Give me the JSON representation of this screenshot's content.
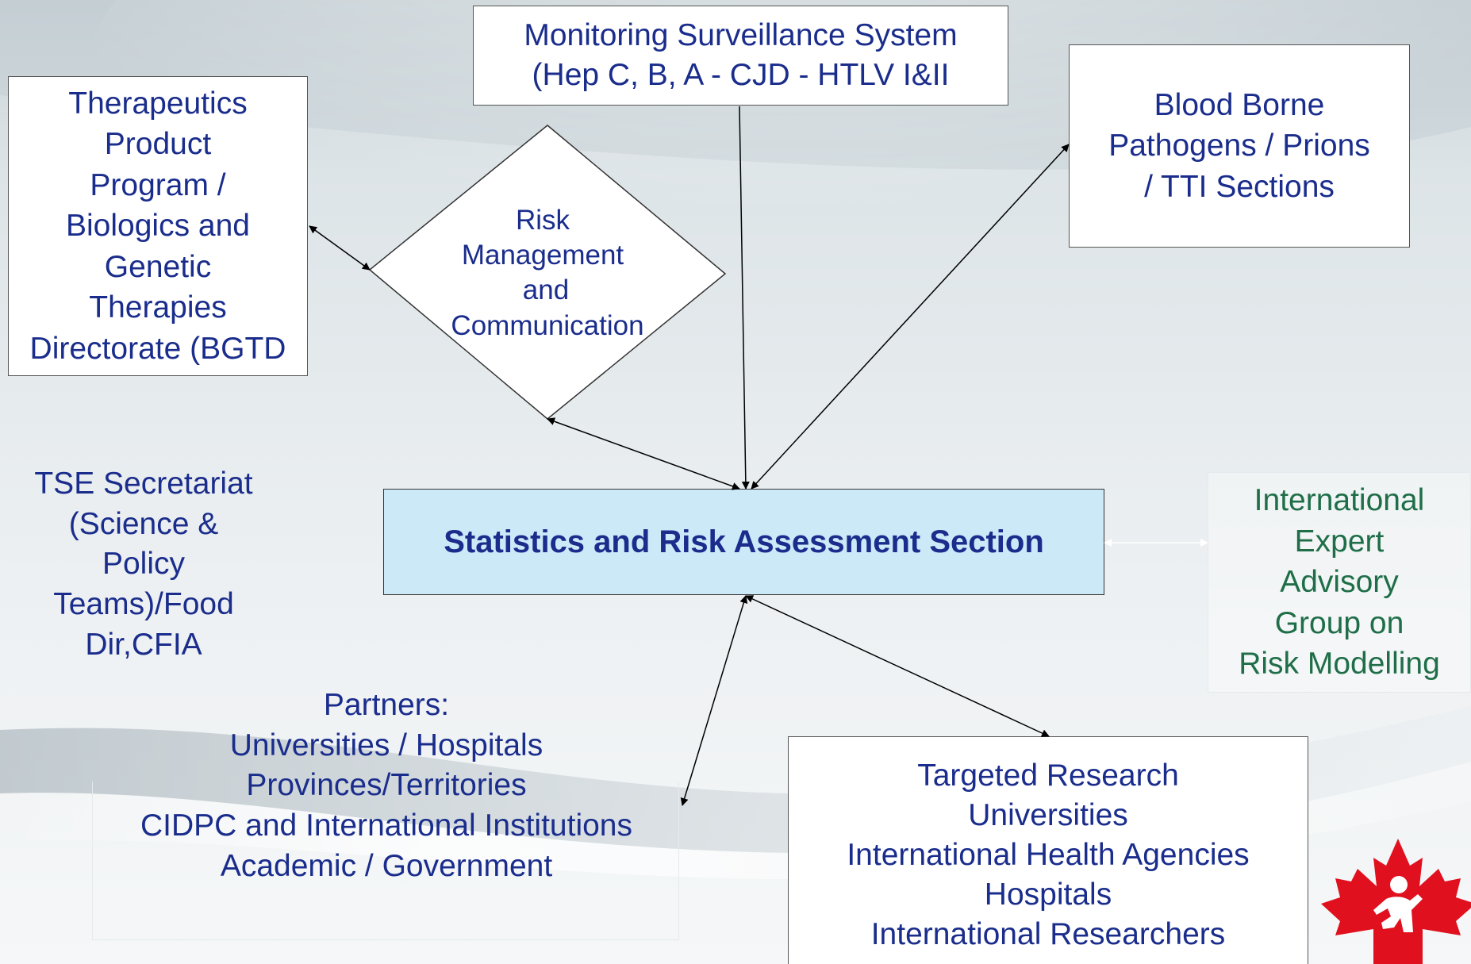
{
  "monitoring": {
    "line1": "Monitoring Surveillance System",
    "line2": "(Hep C, B, A -  CJD -  HTLV I&II"
  },
  "therapeutics": {
    "lines": [
      "Therapeutics",
      "Product",
      "Program /",
      "Biologics and",
      "Genetic",
      "Therapies",
      "Directorate (BGTD"
    ]
  },
  "risk_management": {
    "lines": [
      "Risk",
      "Management",
      "and",
      "Communication"
    ]
  },
  "blood_borne": {
    "lines": [
      "Blood Borne",
      "Pathogens / Prions",
      "/ TTI Sections"
    ]
  },
  "tse": {
    "lines": [
      "TSE Secretariat",
      "(Science &",
      "Policy",
      "Teams)/Food",
      "Dir,CFIA"
    ]
  },
  "central": {
    "label": "Statistics and Risk Assessment Section"
  },
  "international": {
    "lines": [
      "International",
      "Expert",
      "Advisory",
      "Group on",
      "Risk Modelling"
    ]
  },
  "partners": {
    "lines": [
      "Partners:",
      "Universities / Hospitals",
      "Provinces/Territories",
      "CIDPC and International Institutions",
      "Academic / Government"
    ]
  },
  "targeted_research": {
    "lines": [
      "Targeted Research",
      "Universities",
      "International Health Agencies",
      "Hospitals",
      "International Researchers"
    ]
  },
  "colors": {
    "text_blue": "#1a2d8c",
    "text_green": "#1f6e48",
    "central_fill": "#cce9f8",
    "logo_red": "#e0101e"
  },
  "icons": {
    "logo": "maple-leaf-logo-icon"
  }
}
